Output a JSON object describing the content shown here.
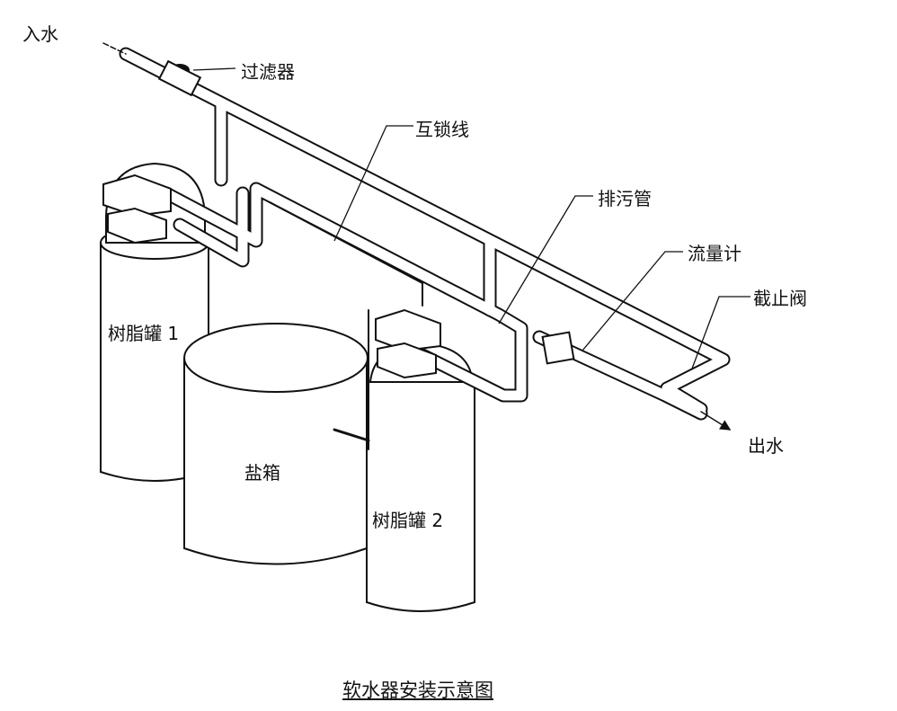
{
  "labels": {
    "inlet": "入水",
    "filter": "过滤器",
    "interlock": "互锁线",
    "drain": "排污管",
    "flowmeter": "流量计",
    "valve": "截止阀",
    "outlet": "出水",
    "tank1": "树脂罐 1",
    "brine": "盐箱",
    "tank2": "树脂罐 2"
  },
  "caption": "软水器安装示意图"
}
